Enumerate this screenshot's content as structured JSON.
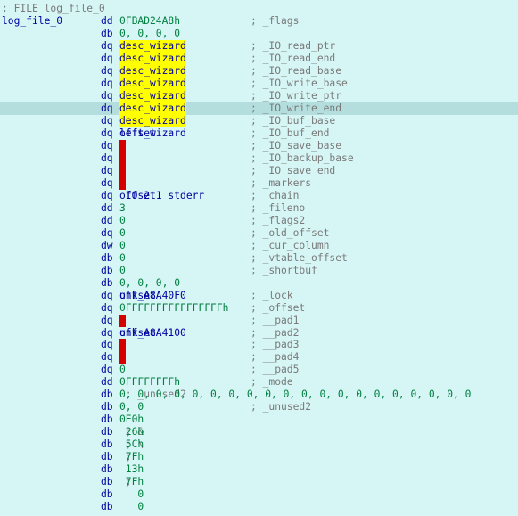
{
  "header_comment": "; FILE log_file_0",
  "symbol_label": "log_file_0",
  "rows": [
    {
      "dir": "dd",
      "num": "0FBAD24A8h",
      "cmt": "; _flags"
    },
    {
      "dir": "db",
      "num": "0, 0, 0, 0",
      "cmt": ""
    },
    {
      "dir": "dq",
      "kw": "offset ",
      "sym": "desc_wizard",
      "yl": true,
      "cmt": "; _IO_read_ptr"
    },
    {
      "dir": "dq",
      "kw": "offset ",
      "sym": "desc_wizard",
      "yl": true,
      "cmt": "; _IO_read_end"
    },
    {
      "dir": "dq",
      "kw": "offset ",
      "sym": "desc_wizard",
      "yl": true,
      "cmt": "; _IO_read_base"
    },
    {
      "dir": "dq",
      "kw": "offset ",
      "sym": "desc_wizard",
      "yl": true,
      "cmt": "; _IO_write_base"
    },
    {
      "dir": "dq",
      "kw": "offset ",
      "sym": "desc_wizard",
      "yl": true,
      "cmt": "; _IO_write_ptr"
    },
    {
      "dir": "dq",
      "kw": "offset ",
      "sym": "desc_wizard",
      "yl": true,
      "cmt": "; _IO_write_end",
      "hl": true
    },
    {
      "dir": "dq",
      "kw": "offset ",
      "sym": "desc_wizard",
      "yl": true,
      "cmt": "; _IO_buf_base"
    },
    {
      "dir": "dq",
      "kw": "offset ",
      "sym": "left_wizard",
      "cmt": "; _IO_buf_end"
    },
    {
      "dir": "dq",
      "red": true,
      "cmt": "; _IO_save_base"
    },
    {
      "dir": "dq",
      "red": true,
      "cmt": "; _IO_backup_base"
    },
    {
      "dir": "dq",
      "red": true,
      "cmt": "; _IO_save_end"
    },
    {
      "dir": "dq",
      "red": true,
      "cmt": "; _markers"
    },
    {
      "dir": "dq",
      "kw": "offset ",
      "sym": "_IO_2_1_stderr_",
      "cmt": "; _chain"
    },
    {
      "dir": "dd",
      "num": "3",
      "cmt": "; _fileno"
    },
    {
      "dir": "dd",
      "num": "0",
      "cmt": "; _flags2"
    },
    {
      "dir": "dq",
      "num": "0",
      "cmt": "; _old_offset"
    },
    {
      "dir": "dw",
      "num": "0",
      "cmt": "; _cur_column"
    },
    {
      "dir": "db",
      "num": "0",
      "cmt": "; _vtable_offset"
    },
    {
      "dir": "db",
      "num": "0",
      "cmt": "; _shortbuf"
    },
    {
      "dir": "db",
      "num": "0, 0, 0, 0",
      "cmt": ""
    },
    {
      "dir": "dq",
      "kw": "offset ",
      "sym": "unk_A8A40F0",
      "cmt": "; _lock"
    },
    {
      "dir": "dq",
      "num": "0FFFFFFFFFFFFFFFFh",
      "cmt": "; _offset"
    },
    {
      "dir": "dq",
      "red": true,
      "cmt": "; __pad1"
    },
    {
      "dir": "dq",
      "kw": "offset ",
      "sym": "unk_A8A4100",
      "cmt": "; __pad2"
    },
    {
      "dir": "dq",
      "red": true,
      "cmt": "; __pad3"
    },
    {
      "dir": "dq",
      "red": true,
      "cmt": "; __pad4"
    },
    {
      "dir": "dq",
      "num": "0",
      "cmt": "; __pad5"
    },
    {
      "dir": "dd",
      "num": "0FFFFFFFFh",
      "cmt": "; _mode"
    },
    {
      "dir": "db",
      "num": "0, 0, 0, 0, 0, 0, 0, 0, 0, 0, 0, 0, 0, 0, 0, 0, 0, 0, 0, 0",
      "tail": "; _unused2"
    },
    {
      "dir": "db",
      "num": "0, 0",
      "cmt": "; _unused2"
    },
    {
      "dir": "db",
      "num": "0E0h",
      "cmt": ""
    },
    {
      "dir": "db",
      "num": " 26h",
      "tail": "; &"
    },
    {
      "dir": "db",
      "num": " 5Ch",
      "tail": "; \\"
    },
    {
      "dir": "db",
      "num": " 7Fh",
      "tail": ";"
    },
    {
      "dir": "db",
      "num": " 13h",
      "tail": ""
    },
    {
      "dir": "db",
      "num": " 7Fh",
      "tail": ";"
    },
    {
      "dir": "db",
      "num": "   0",
      "tail": ""
    },
    {
      "dir": "db",
      "num": "   0",
      "tail": ""
    }
  ]
}
